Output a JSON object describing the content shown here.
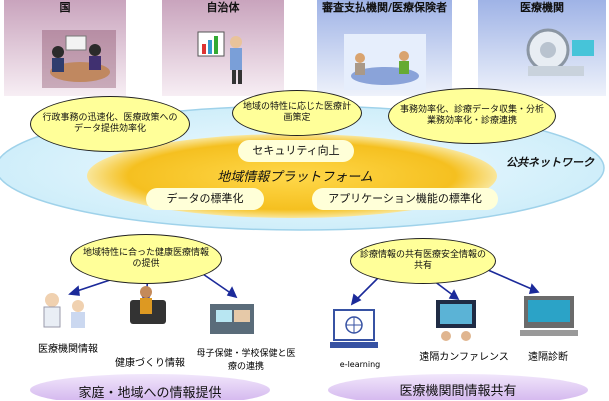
{
  "headers": [
    {
      "label": "国"
    },
    {
      "label": "自治体"
    },
    {
      "label": "審査支払機関/医療保険者"
    },
    {
      "label": "医療機関"
    }
  ],
  "top_bubbles": [
    {
      "text": "行政事務の迅速化、医療政策へのデータ提供効率化"
    },
    {
      "text": "地域の特性に応じた医療計画策定"
    },
    {
      "text": "事務効率化、診療データ収集・分析業務効率化・診療連携"
    }
  ],
  "network_label": "公共ネットワーク",
  "platform": {
    "security": "セキュリティ向上",
    "title": "地域情報プラットフォーム",
    "data_std": "データの標準化",
    "app_std": "アプリケーション機能の標準化"
  },
  "lower_bubbles": [
    {
      "text": "地域特性に合った健康医療情報の提供"
    },
    {
      "text": "診療情報の共有医療安全情報の共有"
    }
  ],
  "left_items": [
    {
      "label": "医療機関情報"
    },
    {
      "label": "健康づくり情報"
    },
    {
      "label": "母子保健・学校保健と医療の連携"
    }
  ],
  "right_items": [
    {
      "label": "e-learning"
    },
    {
      "label": "遠隔カンファレンス"
    },
    {
      "label": "遠隔診断"
    }
  ],
  "footer": {
    "left": "家庭・地域への情報提供",
    "right": "医療機関間情報共有"
  },
  "colors": {
    "header_left": "#e9c8da",
    "header_right": "#b9c8ec",
    "network": "#dff3fc",
    "platform": "#f6cf3a",
    "bubble": "#ffff99",
    "footer": "#e2cdf3"
  }
}
